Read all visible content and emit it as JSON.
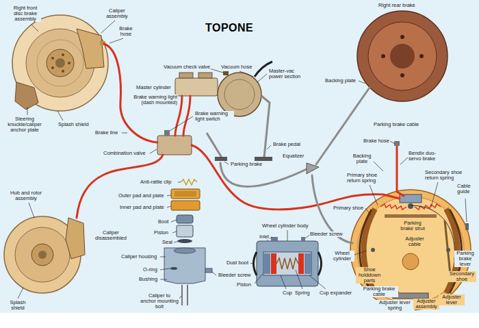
{
  "diagram": {
    "title": "TOPONE",
    "labels": [
      "Right front disc brake assembly",
      "Caliper assembly",
      "Brake hose",
      "Steering knuckle/caliper anchor plate",
      "Splash shield",
      "Vacuum check valve",
      "Vacuum hose",
      "Master cylinder",
      "Master-vac power section",
      "Brake warning light (dash mounted)",
      "Brake warning light switch",
      "Brake line",
      "Combination valve",
      "Brake pedal",
      "Parking brake",
      "Right rear brake",
      "Backing plate",
      "Parking brake cable",
      "Equalizer",
      "Brake hose",
      "Backing plate",
      "Bendix duo-servo brake",
      "Primary shoe return spring",
      "Secondary shoe return spring",
      "Cable guide",
      "Primary shoe",
      "Parking brake strut",
      "Adjuster cable",
      "Wheel cylinder",
      "Shoe holddown parts",
      "Parking brake cable",
      "Adjuster lever spring",
      "Adjuster assembly",
      "Adjuster lever",
      "Secondary shoe",
      "Parking brake lever",
      "Hub and rotor assembly",
      "Splash shield",
      "Anti-rattle clip",
      "Outer pad and plate",
      "Inner pad and plate",
      "Boot",
      "Piston",
      "Seal",
      "Caliper housing",
      "O-ring",
      "Bushing",
      "Caliper to anchor mounting bolt",
      "Bleeder screw",
      "Caliper disassembled",
      "Wheel cylinder body",
      "Inlet",
      "Bleeder screw",
      "Dust boot",
      "Piston",
      "Cup",
      "Spring",
      "Cup expander"
    ]
  }
}
